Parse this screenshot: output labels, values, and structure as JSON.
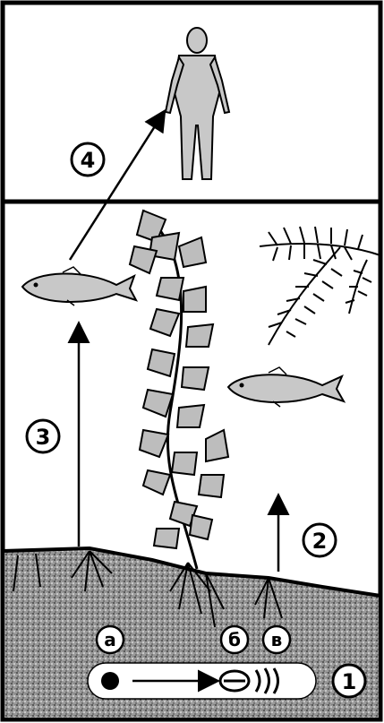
{
  "markers": {
    "step1": "1",
    "step2": "2",
    "step3": "3",
    "step4": "4",
    "stage_a": "а",
    "stage_b": "б",
    "stage_v": "в"
  },
  "colors": {
    "ink": "#000000",
    "paper": "#ffffff",
    "water": "#ffffff",
    "soil": "#8f8f8f",
    "body": "#c8c8c8",
    "leaf": "#bdbdbd",
    "fish": "#c8c8c8"
  },
  "icons": {
    "human": "human-figure-icon",
    "fish": "fish-icon",
    "plant": "aquatic-plant-icon",
    "weed": "pondweed-icon",
    "egg": "egg-icon",
    "larva": "larva-icon"
  }
}
